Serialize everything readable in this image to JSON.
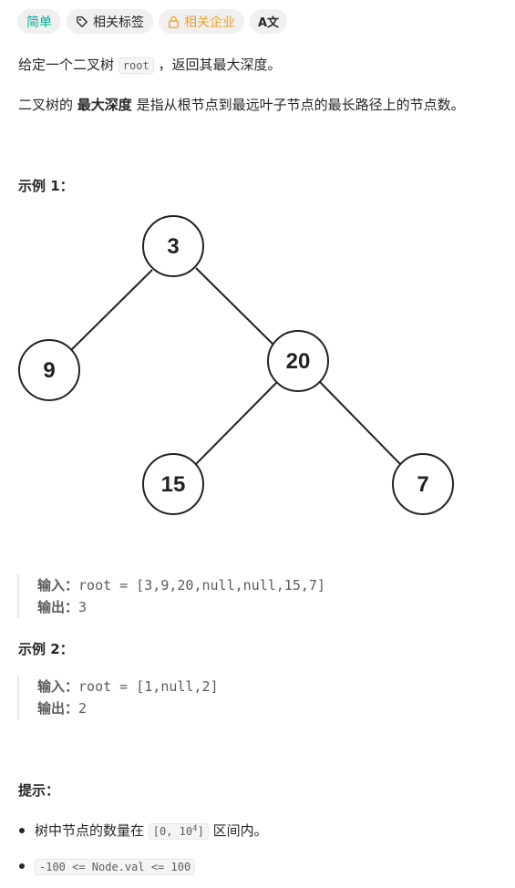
{
  "tags": {
    "difficulty": "简单",
    "topics": "相关标签",
    "companies": "相关企业",
    "translate": "A文"
  },
  "description": {
    "p1_prefix": "给定一个二叉树 ",
    "p1_code": "root",
    "p1_suffix": " ，返回其最大深度。",
    "p2_prefix": "二叉树的 ",
    "p2_bold": "最大深度",
    "p2_suffix": " 是指从根节点到最远叶子节点的最长路径上的节点数。"
  },
  "example1": {
    "title": "示例 1：",
    "tree_nodes": [
      "3",
      "9",
      "20",
      "15",
      "7"
    ],
    "input_label": "输入：",
    "input_value": "root = [3,9,20,null,null,15,7]",
    "output_label": "输出：",
    "output_value": "3"
  },
  "example2": {
    "title": "示例 2：",
    "input_label": "输入：",
    "input_value": "root = [1,null,2]",
    "output_label": "输出：",
    "output_value": "2"
  },
  "hints": {
    "title": "提示：",
    "item1_prefix": "树中节点的数量在 ",
    "item1_code_a": "[0, 10",
    "item1_code_sup": "4",
    "item1_code_b": "]",
    "item1_suffix": " 区间内。",
    "item2_code": "-100 <= Node.val <= 100"
  }
}
